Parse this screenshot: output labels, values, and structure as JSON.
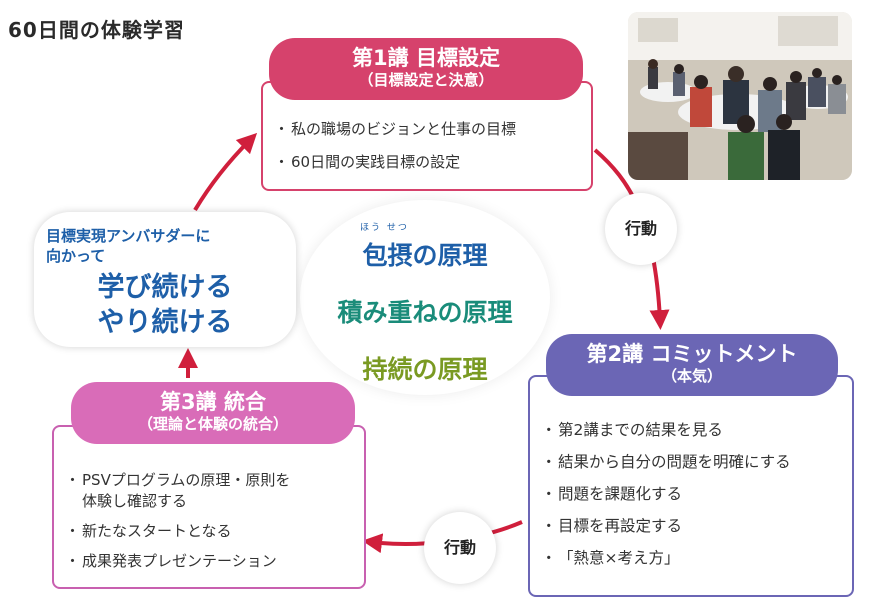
{
  "title": "60日間の体験学習",
  "card1": {
    "title": "第1講 目標設定",
    "subtitle": "（目標設定と決意）",
    "bullets": [
      "私の職場のビジョンと仕事の目標",
      "60日間の実践目標の設定"
    ],
    "color": "#d6426c"
  },
  "card2": {
    "title": "第2講 コミットメント",
    "subtitle": "（本気）",
    "bullets": [
      "第2講までの結果を見る",
      "結果から自分の問題を明確にする",
      "問題を課題化する",
      "目標を再設定する",
      "「熱意×考え方」"
    ],
    "color": "#6b66b5"
  },
  "card3": {
    "title": "第3講 統合",
    "subtitle": "（理論と体験の統合）",
    "bullets": [
      "PSVプログラムの原理・原則を\n体験し確認する",
      "新たなスタートとなる",
      "成果発表プレゼンテーション"
    ],
    "color": "#d96cb8"
  },
  "ambassador": {
    "small": "目標実現アンバサダーに\n向かって",
    "big": "学び続ける\nやり続ける"
  },
  "principles": {
    "ruby": "ほう せつ",
    "items": [
      "包摂の原理",
      "積み重ねの原理",
      "持続の原理"
    ],
    "colors": [
      "#1e5fa8",
      "#1a8c7a",
      "#7a9a22"
    ]
  },
  "action_label_1": "行動",
  "action_label_2": "行動",
  "arrow_color": "#d01f3c"
}
